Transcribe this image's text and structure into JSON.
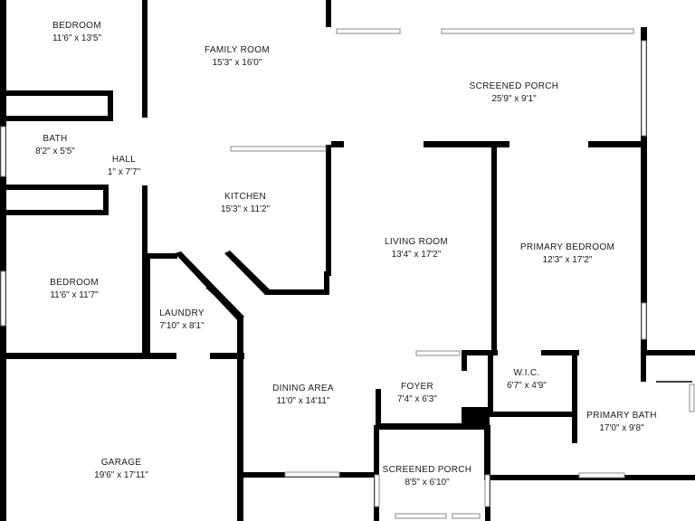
{
  "colors": {
    "wall": "#000000",
    "background": "#ffffff",
    "text": "#1a1a1a",
    "window": "#8a8a8a"
  },
  "rooms": [
    {
      "id": "bedroom-1",
      "name": "BEDROOM",
      "dims": "11'6\" x 13'5\""
    },
    {
      "id": "family-room",
      "name": "FAMILY ROOM",
      "dims": "15'3\" x 16'0\""
    },
    {
      "id": "screened-porch-1",
      "name": "SCREENED PORCH",
      "dims": "25'9\" x 9'1\""
    },
    {
      "id": "bath",
      "name": "BATH",
      "dims": "8'2\" x 5'5\""
    },
    {
      "id": "hall",
      "name": "HALL",
      "dims": "1\" x 7'7\""
    },
    {
      "id": "kitchen",
      "name": "KITCHEN",
      "dims": "15'3\" x 11'2\""
    },
    {
      "id": "living-room",
      "name": "LIVING ROOM",
      "dims": "13'4\" x 17'2\""
    },
    {
      "id": "primary-bedroom",
      "name": "PRIMARY BEDROOM",
      "dims": "12'3\" x 17'2\""
    },
    {
      "id": "bedroom-2",
      "name": "BEDROOM",
      "dims": "11'6\" x 11'7\""
    },
    {
      "id": "laundry",
      "name": "LAUNDRY",
      "dims": "7'10\" x 8'1\""
    },
    {
      "id": "dining-area",
      "name": "DINING AREA",
      "dims": "11'0\" x 14'11\""
    },
    {
      "id": "foyer",
      "name": "FOYER",
      "dims": "7'4\" x 6'3\""
    },
    {
      "id": "wic",
      "name": "W.I.C.",
      "dims": "6'7\" x 4'9\""
    },
    {
      "id": "primary-bath",
      "name": "PRIMARY BATH",
      "dims": "17'0\" x 9'8\""
    },
    {
      "id": "garage",
      "name": "GARAGE",
      "dims": "19'6\" x 17'11\""
    },
    {
      "id": "screened-porch-2",
      "name": "SCREENED PORCH",
      "dims": "8'5\" x 6'10\""
    }
  ]
}
